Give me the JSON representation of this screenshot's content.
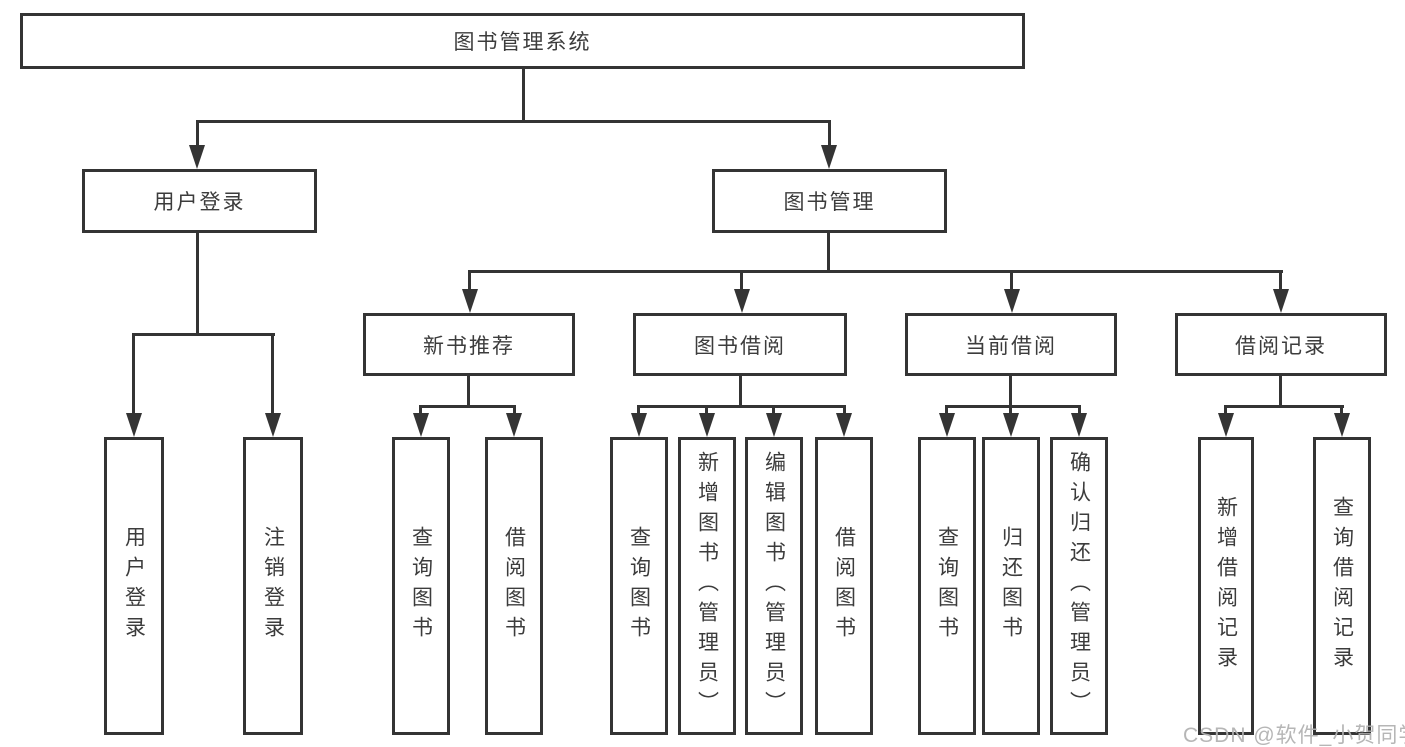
{
  "diagram": {
    "title": "图书管理系统",
    "root": {
      "label": "图书管理系统"
    },
    "level2": [
      {
        "label": "用户登录"
      },
      {
        "label": "图书管理"
      }
    ],
    "level3": [
      {
        "label": "新书推荐"
      },
      {
        "label": "图书借阅"
      },
      {
        "label": "当前借阅"
      },
      {
        "label": "借阅记录"
      }
    ],
    "leaves_login": [
      "用户登录",
      "注销登录"
    ],
    "leaves_newbook": [
      "查询图书",
      "借阅图书"
    ],
    "leaves_borrow": [
      "查询图书",
      "新增图书（管理员）",
      "编辑图书（管理员）",
      "借阅图书"
    ],
    "leaves_current": [
      "查询图书",
      "归还图书",
      "确认归还（管理员）"
    ],
    "leaves_records": [
      "新增借阅记录",
      "查询借阅记录"
    ]
  },
  "watermark": {
    "text": "CSDN @软件_小贺同学"
  },
  "colors": {
    "line": "#343434",
    "box_border": "#343434",
    "box_fill": "#ffffff",
    "text": "#3c3c3c",
    "watermark": "#b2b2b2"
  }
}
